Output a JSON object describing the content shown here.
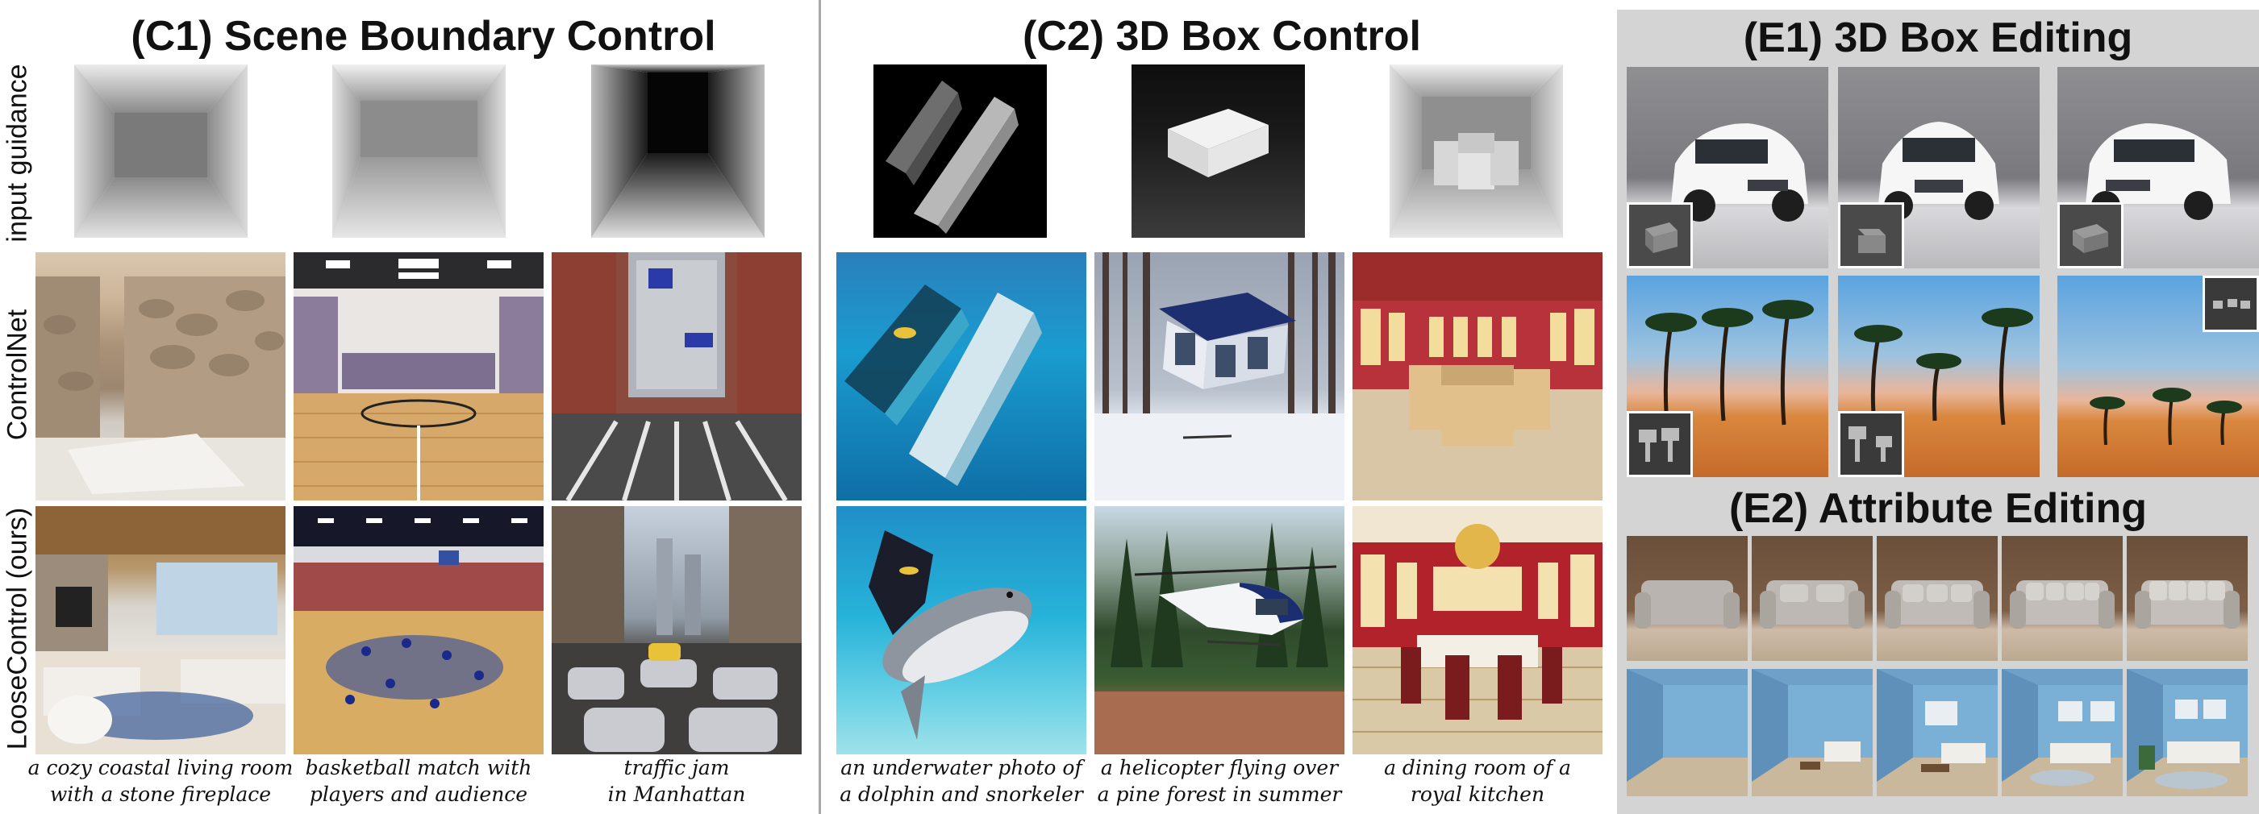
{
  "sections": {
    "c1_title": "(C1) Scene Boundary Control",
    "c2_title": "(C2) 3D Box Control",
    "e1_title": "(E1) 3D Box Editing",
    "e2_title": "(E2) Attribute Editing"
  },
  "row_labels": {
    "input": "input guidance",
    "controlnet": "ControlNet",
    "ours": "LooseControl (ours)"
  },
  "captions": [
    {
      "line1": "a cozy coastal living room",
      "line2": "with a stone fireplace"
    },
    {
      "line1": "basketball match with",
      "line2": "players and audience"
    },
    {
      "line1": "traffic jam",
      "line2": "in Manhattan"
    },
    {
      "line1": "an underwater photo of",
      "line2": "a dolphin and snorkeler"
    },
    {
      "line1": "a helicopter flying over",
      "line2": "a pine forest in summer"
    },
    {
      "line1": "a dining room of a",
      "line2": "royal kitchen"
    }
  ],
  "colors": {
    "divider": "#a9a9a9",
    "edit_panel": "#d4d4d4"
  }
}
